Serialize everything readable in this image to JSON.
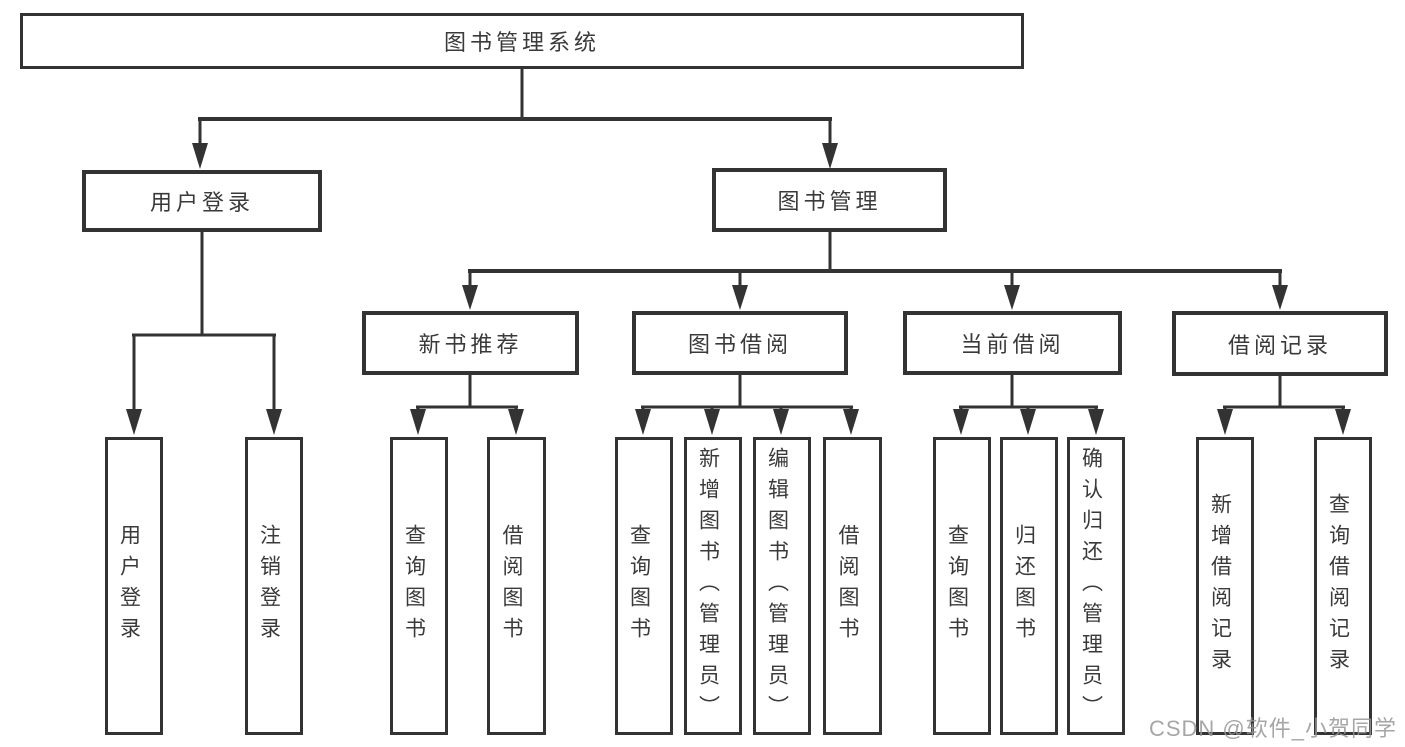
{
  "diagram_title": "图书管理系统",
  "tree": {
    "root": {
      "label": "图书管理系统",
      "children": [
        {
          "label": "用户登录",
          "children": [
            {
              "label": "用户登录"
            },
            {
              "label": "注销登录"
            }
          ]
        },
        {
          "label": "图书管理",
          "children": [
            {
              "label": "新书推荐",
              "children": [
                {
                  "label": "查询图书"
                },
                {
                  "label": "借阅图书"
                }
              ]
            },
            {
              "label": "图书借阅",
              "children": [
                {
                  "label": "查询图书"
                },
                {
                  "label": "新增图书（管理员）"
                },
                {
                  "label": "编辑图书（管理员）"
                },
                {
                  "label": "借阅图书"
                }
              ]
            },
            {
              "label": "当前借阅",
              "children": [
                {
                  "label": "查询图书"
                },
                {
                  "label": "归还图书"
                },
                {
                  "label": "确认归还（管理员）"
                }
              ]
            },
            {
              "label": "借阅记录",
              "children": [
                {
                  "label": "新增借阅记录"
                },
                {
                  "label": "查询借阅记录"
                }
              ]
            }
          ]
        }
      ]
    }
  },
  "watermark": {
    "text": "CSDN @软件_小贺同学"
  },
  "colors": {
    "line": "#333333",
    "box_border": "#333333",
    "box_background": "#ffffff",
    "text": "#3a3a3a",
    "watermark": "#969696",
    "background": "#ffffff"
  }
}
